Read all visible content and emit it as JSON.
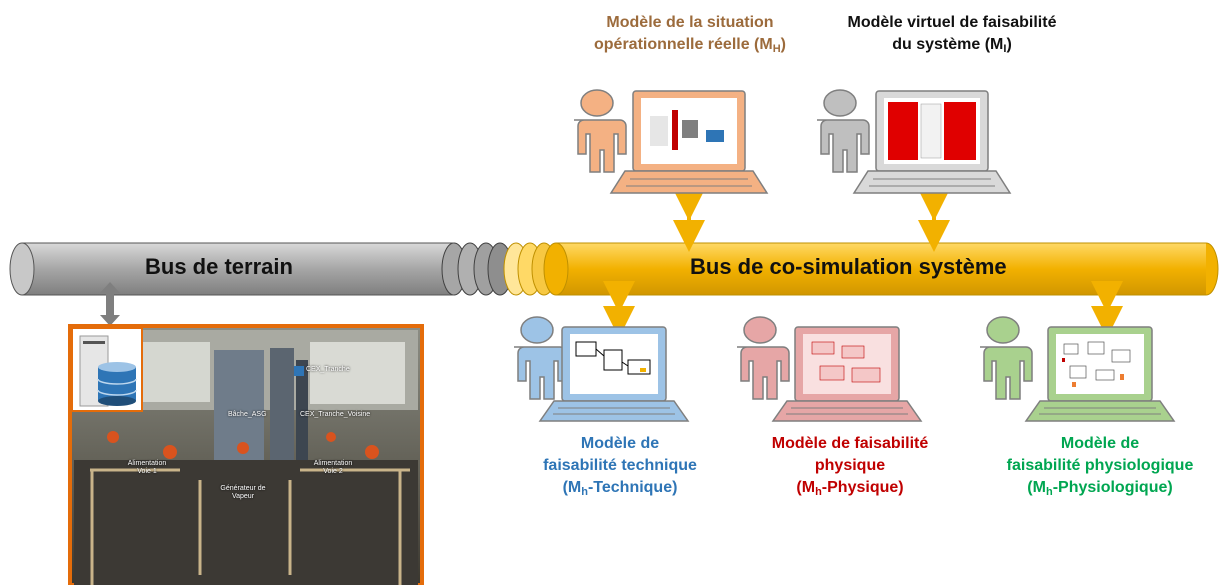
{
  "buses": {
    "terrain_label": "Bus de terrain",
    "cosim_label": "Bus de co-simulation système"
  },
  "models": {
    "mh": {
      "line1": "Modèle de la situation",
      "line2a": "opérationnelle réelle (M",
      "sub": "H",
      "line2b": ")",
      "color": "#9C6B3C"
    },
    "mi": {
      "line1": "Modèle virtuel de faisabilité",
      "line2a": "du système (M",
      "sub": "I",
      "line2b": ")",
      "color": "#111111"
    },
    "tech": {
      "line1": "Modèle de",
      "line2": "faisabilité technique",
      "line3a": "(M",
      "sub": "h",
      "line3b": "-Technique)",
      "color": "#2E75B6"
    },
    "phys": {
      "line1": "Modèle de faisabilité",
      "line2": "physique",
      "line3a": "(M",
      "sub": "h",
      "line3b": "-Physique)",
      "color": "#C00000"
    },
    "physio": {
      "line1": "Modèle de",
      "line2": "faisabilité physiologique",
      "line3a": "(M",
      "sub": "h",
      "line3b": "-Physiologique)",
      "color": "#00A651"
    }
  },
  "photo_tags": {
    "cex_tranche": "CEX_Tranche",
    "bache": "Bâche_ASG",
    "cex_voisine": "CEX_Tranche_Voisine",
    "alim1": "Alimentation Voie 1",
    "alim2": "Alimentation Voie 2",
    "generateur": "Générateur de Vapeur"
  },
  "colors": {
    "bus_grey": "#A6A6A6",
    "bus_gold": "#F2B100",
    "arrow_gold": "#F2B100",
    "arrow_grey": "#7F7F7F",
    "photo_border": "#E46C0A",
    "person_orange": "#F4B183",
    "person_grey": "#BFBFBF",
    "person_blue": "#9DC3E6",
    "person_red": "#E6A6A6",
    "person_green": "#A9D18E"
  }
}
